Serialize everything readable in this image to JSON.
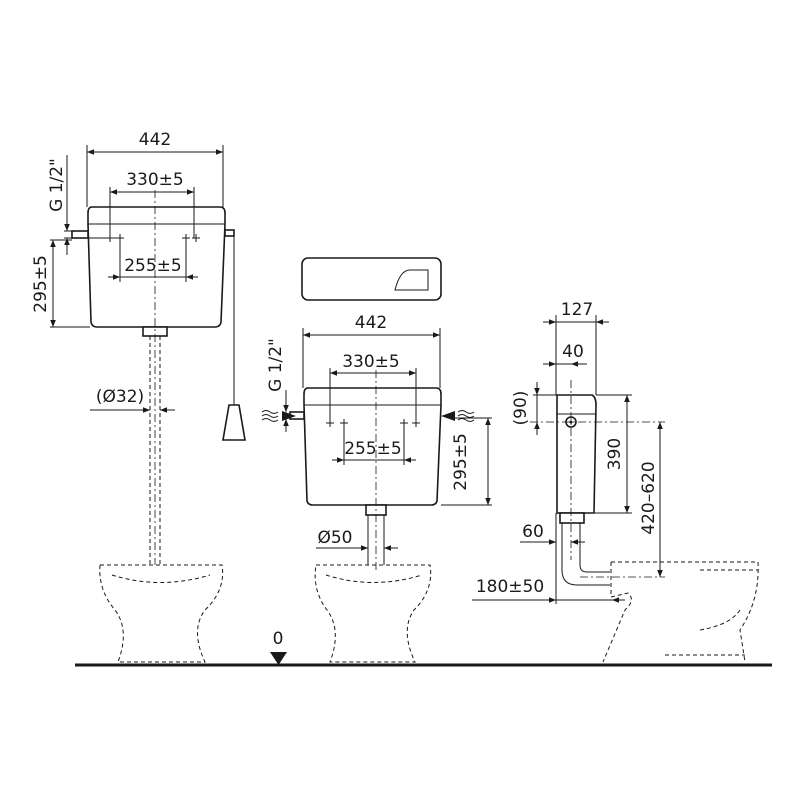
{
  "views": {
    "high_level": {
      "width": "442",
      "inlet_spacing": "330±5",
      "fixing_spacing": "255±5",
      "height_to_inlet": "295±5",
      "inlet_thread": "G 1/2\"",
      "pipe_diameter": "(Ø32)"
    },
    "low_level": {
      "width": "442",
      "inlet_spacing": "330±5",
      "fixing_spacing": "255±5",
      "height_to_inlet": "295±5",
      "inlet_thread": "G 1/2\"",
      "pipe_diameter": "Ø50"
    },
    "side": {
      "depth": "127",
      "inlet_offset": "40",
      "inlet_from_top": "(90)",
      "height": "390",
      "inlet_height_range": "420–620",
      "pipe_offset": "60",
      "projection": "180±50"
    }
  },
  "floor_level": "0",
  "colors": {
    "line": "#1a1a1a",
    "background": "#ffffff"
  }
}
